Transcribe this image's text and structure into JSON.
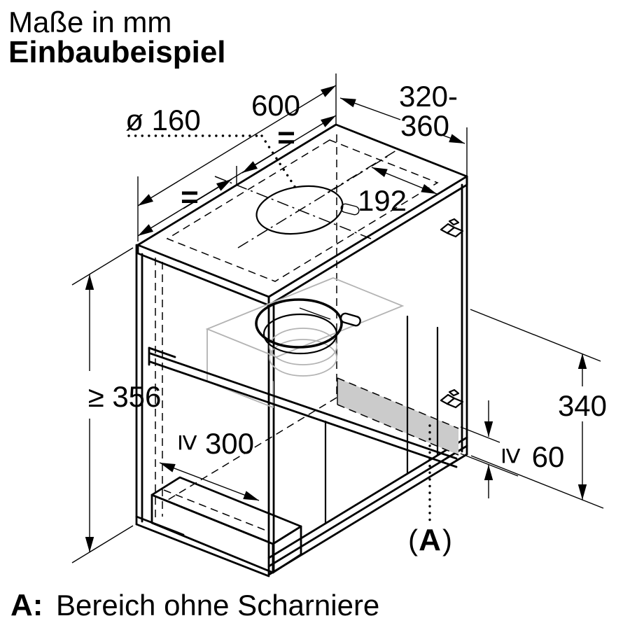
{
  "header": {
    "line1": "Maße in mm",
    "line2": "Einbaubeispiel"
  },
  "dims": {
    "diameter": "ø 160",
    "width": "600",
    "depth_line1": "320-",
    "depth_line2": "360",
    "hole_offset": "192",
    "min_height": "≥ 356",
    "door_height": "340",
    "geq": "≥",
    "hinge_free_height": "60",
    "min_depth_clearance": "300",
    "equals": "=",
    "area_paren_open": "(",
    "area_letter": "A",
    "area_paren_close": ")"
  },
  "caption": {
    "prefix": "A:",
    "text": "Bereich ohne Scharniere"
  },
  "colors": {
    "line": "#000000",
    "shade": "#cbcbcb",
    "hood_gray": "#b3b3b3",
    "background": "#ffffff"
  }
}
